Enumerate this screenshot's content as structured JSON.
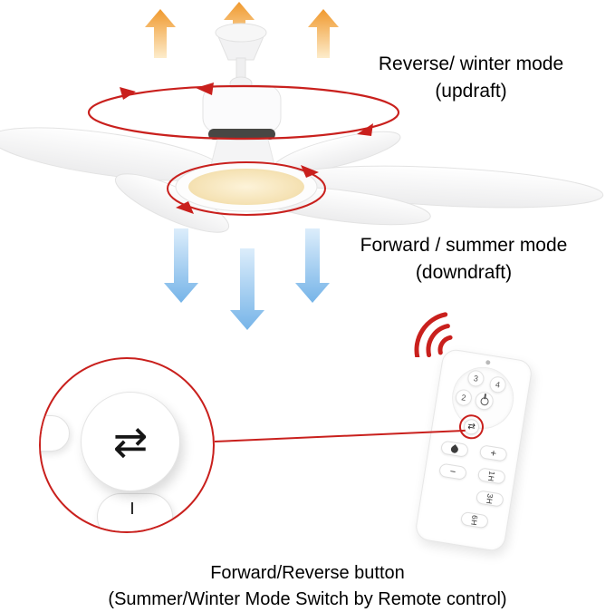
{
  "colors": {
    "annotation_red": "#c9201d",
    "up_arrow_dark": "#f0992e",
    "up_arrow_light": "#fdeccb",
    "down_arrow_light": "#dcedfb",
    "down_arrow_dark": "#76b4e8",
    "light_glow": "#f5e2b4"
  },
  "mode_labels": {
    "reverse_line1": "Reverse/ winter mode",
    "reverse_line2": "(updraft)",
    "forward_line1": "Forward / summer mode",
    "forward_line2": "(downdraft)"
  },
  "remote": {
    "speed_buttons": [
      "3",
      "4",
      "2"
    ],
    "power_icon": "power-symbol",
    "reverse_icon": "⇄",
    "light_icon": "droplet",
    "plus_label": "+",
    "minus_label": "−",
    "timer_buttons": [
      "1H",
      "3H",
      "6H"
    ]
  },
  "magnifier": {
    "reverse_icon": "⇄",
    "tick_mark": "|"
  },
  "caption": {
    "line1": "Forward/Reverse button",
    "line2": "(Summer/Winter Mode Switch by Remote control)"
  }
}
